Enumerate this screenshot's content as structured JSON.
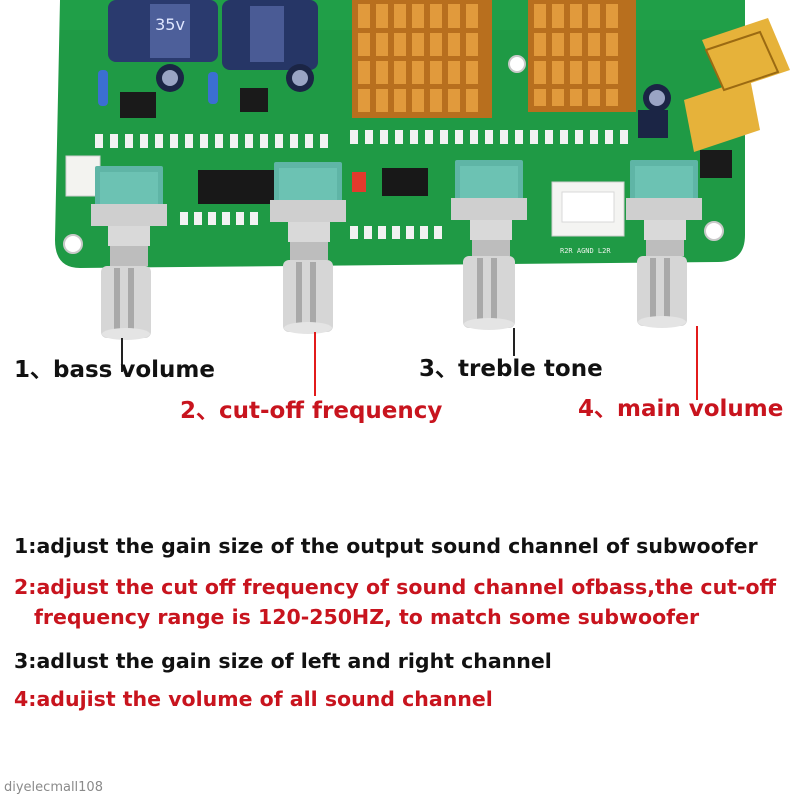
{
  "colors": {
    "pcb": "#1f9a45",
    "pcb_dark": "#137a33",
    "heatsink": "#d98a2c",
    "knob_base": "#5fb5a6",
    "label_black": "#111111",
    "label_red": "#c8141e",
    "leader_line": "#e21b1b"
  },
  "callouts": [
    {
      "id": "1",
      "text": "1、bass volume",
      "color": "black"
    },
    {
      "id": "2",
      "text": "2、cut-off frequency",
      "color": "red"
    },
    {
      "id": "3",
      "text": "3、treble tone",
      "color": "black"
    },
    {
      "id": "4",
      "text": "4、main volume",
      "color": "red"
    }
  ],
  "descriptions": [
    {
      "text": "1:adjust the gain size of the output sound channel of subwoofer",
      "color": "black"
    },
    {
      "text": "2:adjust the cut off frequency of sound channel ofbass,the cut-off",
      "color": "red"
    },
    {
      "text": "frequency range is 120-250HZ, to match some subwoofer",
      "color": "red"
    },
    {
      "text": "3:adlust the gain size of left and right channel",
      "color": "black"
    },
    {
      "text": "4:adujist the volume of all sound channel",
      "color": "red"
    }
  ],
  "board_text": {
    "cap_mark": "35v",
    "connector_mark": "R2R  AGND  L2R"
  },
  "watermark": "diyelecmall108"
}
